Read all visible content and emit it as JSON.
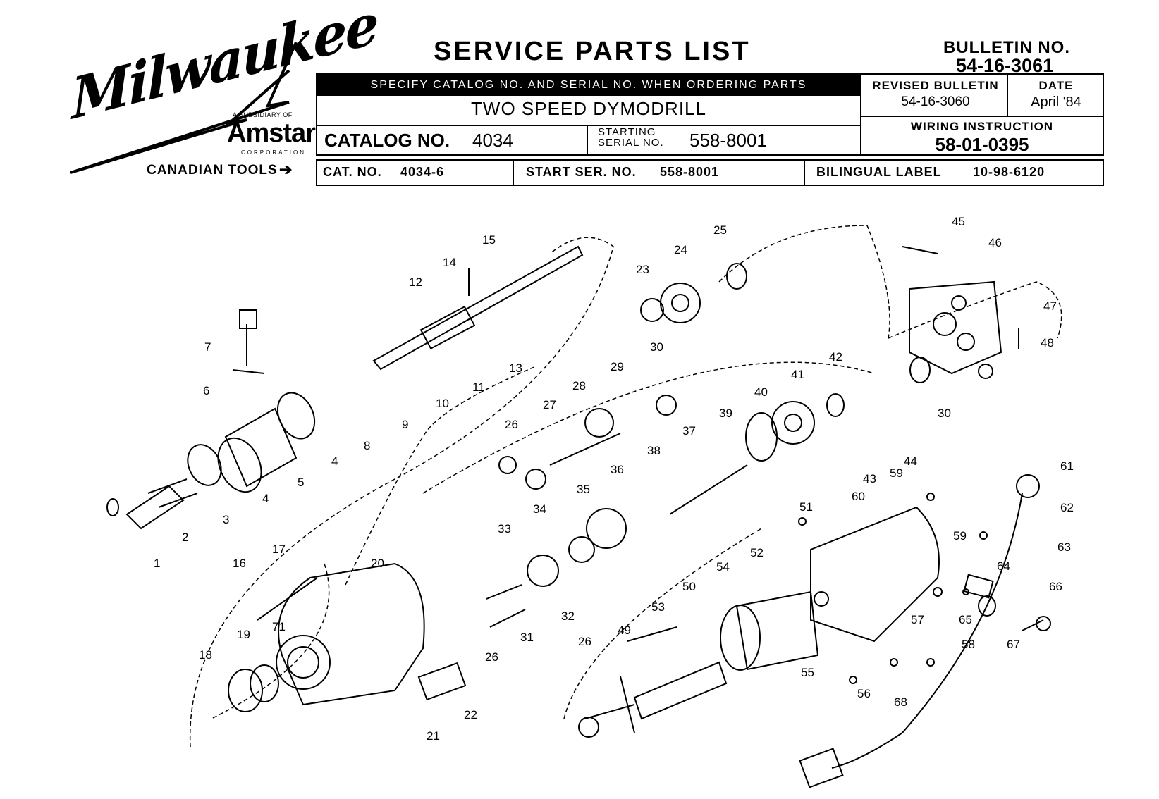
{
  "header": {
    "brand": "Milwaukee",
    "subsidiary_of": "A SUBSIDIARY OF",
    "parent_company": "Amstar",
    "corporation": "CORPORATION",
    "canadian_tools": "CANADIAN TOOLS",
    "title": "SERVICE PARTS LIST",
    "bulletin_label": "BULLETIN NO.",
    "bulletin_number": "54-16-3061",
    "specify_note": "SPECIFY CATALOG NO. AND SERIAL NO. WHEN ORDERING PARTS",
    "product_name": "TWO SPEED DYMODRILL",
    "catalog_label": "CATALOG NO.",
    "catalog_number": "4034",
    "starting_serial_label": "STARTING SERIAL NO.",
    "starting_serial": "558-8001",
    "revised_bulletin_label": "REVISED BULLETIN",
    "revised_bulletin": "54-16-3060",
    "date_label": "DATE",
    "date": "April '84",
    "wiring_label": "WIRING INSTRUCTION",
    "wiring_number": "58-01-0395"
  },
  "canadian": {
    "cat_label": "CAT. NO.",
    "cat_number": "4034-6",
    "start_ser_label": "START SER. NO.",
    "start_ser": "558-8001",
    "bilingual_label": "BILINGUAL LABEL",
    "bilingual_number": "10-98-6120"
  },
  "diagram": {
    "part_numbers": [
      "1",
      "2",
      "3",
      "4",
      "4",
      "5",
      "6",
      "7",
      "8",
      "9",
      "10",
      "11",
      "12",
      "13",
      "14",
      "15",
      "16",
      "17",
      "18",
      "19",
      "20",
      "21",
      "22",
      "23",
      "24",
      "25",
      "26",
      "26",
      "26",
      "27",
      "28",
      "29",
      "30",
      "30",
      "31",
      "32",
      "33",
      "34",
      "35",
      "36",
      "37",
      "38",
      "39",
      "40",
      "41",
      "42",
      "43",
      "44",
      "45",
      "46",
      "47",
      "48",
      "49",
      "50",
      "51",
      "52",
      "53",
      "54",
      "55",
      "56",
      "57",
      "58",
      "59",
      "59",
      "60",
      "61",
      "62",
      "63",
      "64",
      "65",
      "66",
      "67",
      "68",
      "71"
    ]
  }
}
